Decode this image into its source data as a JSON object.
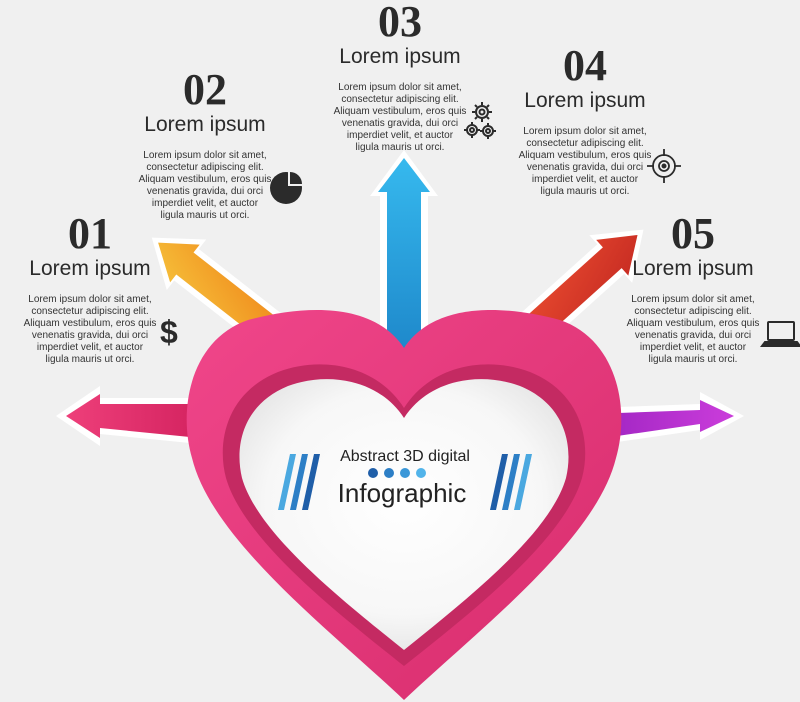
{
  "center": {
    "title": "Abstract 3D digital",
    "subtitle": "Infographic"
  },
  "steps": [
    {
      "number": "01",
      "heading": "Lorem ipsum",
      "body": "Lorem ipsum dolor sit amet,\nconsectetur adipiscing elit.\nAliquam vestibulum, eros quis\nvenenatis gravida, dui orci\nimperdiet velit, et auctor\nligula mauris ut orci.",
      "icon": "dollar-icon",
      "arrow_color": "#e2306f",
      "glyph": "$"
    },
    {
      "number": "02",
      "heading": "Lorem ipsum",
      "body": "Lorem ipsum dolor sit amet,\nconsectetur adipiscing elit.\nAliquam vestibulum, eros quis\nvenenatis gravida, dui orci\nimperdiet velit, et auctor\nligula mauris ut orci.",
      "icon": "pie-chart-icon",
      "arrow_color": "#f7a326"
    },
    {
      "number": "03",
      "heading": "Lorem ipsum",
      "body": "Lorem ipsum dolor sit amet,\nconsectetur adipiscing elit.\nAliquam vestibulum, eros quis\nvenenatis gravida, dui orci\nimperdiet velit, et auctor\nligula mauris ut orci.",
      "icon": "gears-icon",
      "arrow_color": "#2aa6dc"
    },
    {
      "number": "04",
      "heading": "Lorem ipsum",
      "body": "Lorem ipsum dolor sit amet,\nconsectetur adipiscing elit.\nAliquam vestibulum, eros quis\nvenenatis gravida, dui orci\nimperdiet velit, et auctor\nligula mauris ut orci.",
      "icon": "target-icon",
      "arrow_color": "#e0442a"
    },
    {
      "number": "05",
      "heading": "Lorem ipsum",
      "body": "Lorem ipsum dolor sit amet,\nconsectetur adipiscing elit.\nAliquam vestibulum, eros quis\nvenenatis gravida, dui orci\nimperdiet velit, et auctor\nligula mauris ut orci.",
      "icon": "laptop-icon",
      "arrow_color": "#b42fc9"
    }
  ],
  "colors": {
    "heart_outer": "#e6457f",
    "heart_inner": "#c92f66",
    "stripe_light": "#4aa8e0",
    "stripe_dark": "#1f5ea8",
    "dot_colors": [
      "#1f5ea8",
      "#2d7fc6",
      "#3a97d8",
      "#52b4ea"
    ]
  }
}
